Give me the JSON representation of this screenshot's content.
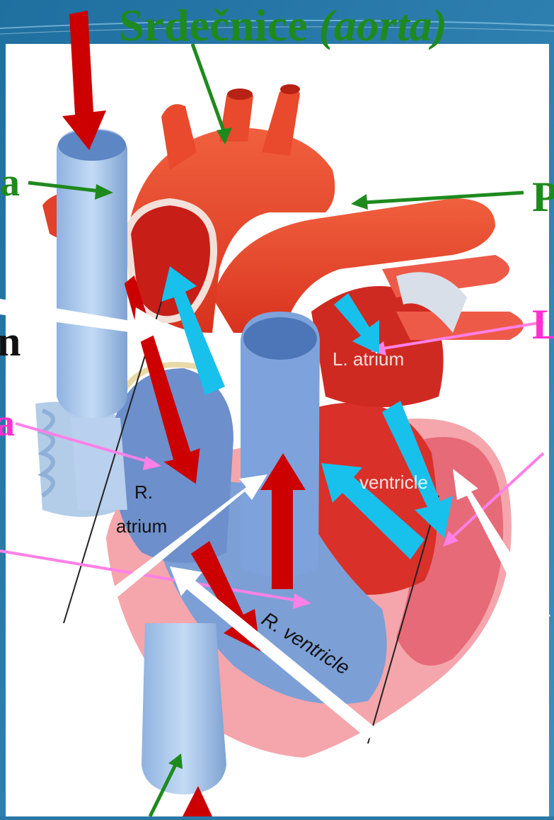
{
  "title": {
    "main": "Srdečnice ",
    "italic": "(aorta)"
  },
  "edge_labels": {
    "left_a": "a",
    "left_n": "n",
    "left_pink": "a",
    "right_green": "P",
    "right_pink": "L"
  },
  "image_labels": {
    "r_atrium_1": "R.",
    "r_atrium_2": "atrium",
    "l_atrium": "L. atrium",
    "l_ventricle": "ventricle",
    "r_ventricle": "R. ventricle"
  },
  "colors": {
    "background": "#2a78a8",
    "panel": "#ffffff",
    "green_label": "#1e8a1e",
    "pink_label": "#ff2fd0",
    "red_arrow": "#cc0000",
    "blue_arrow": "#18c0ec",
    "white_arrow": "#ffffff",
    "green_pointer": "#1e8a1e",
    "pink_pointer": "#ff80e6",
    "vein_blue": "#a9c6ea",
    "aorta_red": "#e8432a",
    "muscle_pink": "#f2a0a8"
  },
  "icons": [
    "red-arrow-icon",
    "blue-arrow-icon",
    "white-arrow-icon",
    "green-pointer-icon",
    "pink-pointer-icon"
  ]
}
